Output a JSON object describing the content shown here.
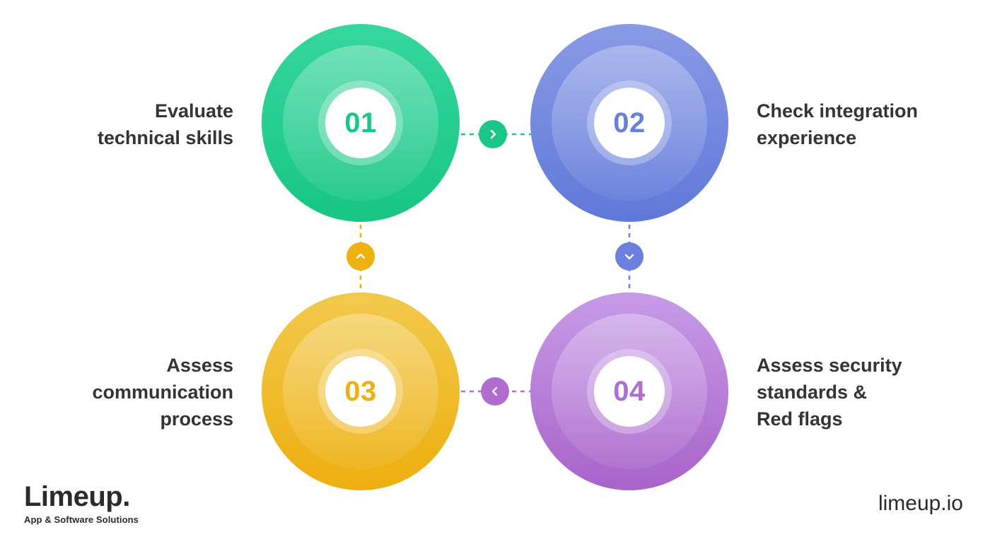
{
  "steps": [
    {
      "number": "01",
      "label_lines": [
        "Evaluate",
        "technical skills"
      ],
      "color": "#1bc788"
    },
    {
      "number": "02",
      "label_lines": [
        "Check integration",
        "experience"
      ],
      "color": "#6a80dc"
    },
    {
      "number": "03",
      "label_lines": [
        "Assess",
        "communication",
        "process"
      ],
      "color": "#eeb112"
    },
    {
      "number": "04",
      "label_lines": [
        "Assess security",
        "standards &",
        "Red flags"
      ],
      "color": "#b06ccf"
    }
  ],
  "connectors": [
    {
      "from": "01",
      "to": "02",
      "icon": "chevron-right-icon"
    },
    {
      "from": "02",
      "to": "04",
      "icon": "chevron-down-icon"
    },
    {
      "from": "04",
      "to": "03",
      "icon": "chevron-left-icon"
    },
    {
      "from": "03",
      "to": "01",
      "icon": "chevron-up-icon"
    }
  ],
  "brand": {
    "name": "Limeup.",
    "tagline": "App & Software Solutions",
    "website": "limeup.io"
  }
}
